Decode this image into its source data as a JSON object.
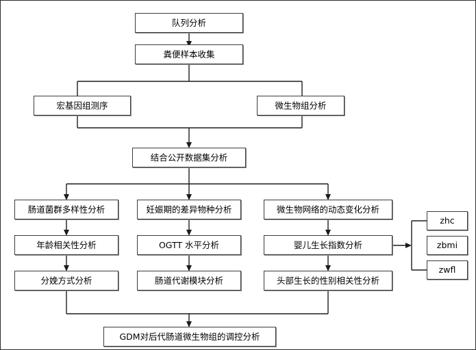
{
  "diagram": {
    "title": "GDM cohort gut microbiome analysis flowchart",
    "type": "flowchart",
    "background_color": "#ffffff",
    "border_color": "#2b2b2b",
    "node_border_color": "#3a3a3a",
    "edge_color": "#1c1c1c"
  },
  "nodes": {
    "cohort_analysis": "队列分析",
    "stool_collection": "粪便样本收集",
    "metagenome_sequencing": "宏基因组测序",
    "microbiome_analysis": "微生物组分析",
    "public_dataset_analysis": "结合公开数据集分析",
    "gut_flora_diversity": "肠道菌群多样性分析",
    "pregnancy_differential_species": "妊娠期的差异物种分析",
    "microbial_network_dynamics": "微生物网络的动态变化分析",
    "age_correlation": "年龄相关性分析",
    "ogtt_level": "OGTT 水平分析",
    "infant_growth_index": "婴儿生长指数分析",
    "delivery_mode": "分娩方式分析",
    "gut_metabolic_module": "肠道代谢模块分析",
    "head_growth_sex_correlation": "头部生长的性别相关性分析",
    "zhc": "zhc",
    "zbmi": "zbmi",
    "zwfl": "zwfl",
    "gdm_offspring_regulation": "GDM对后代肠道微生物组的调控分析"
  },
  "edges": [
    {
      "from": "cohort_analysis",
      "to": "stool_collection",
      "arrow": true
    },
    {
      "from": "stool_collection",
      "to": "metagenome_sequencing",
      "arrow": false
    },
    {
      "from": "stool_collection",
      "to": "microbiome_analysis",
      "arrow": false
    },
    {
      "from": "metagenome_sequencing",
      "to": "public_dataset_analysis",
      "arrow": true
    },
    {
      "from": "microbiome_analysis",
      "to": "public_dataset_analysis",
      "arrow": true
    },
    {
      "from": "public_dataset_analysis",
      "to": "gut_flora_diversity",
      "arrow": true
    },
    {
      "from": "public_dataset_analysis",
      "to": "pregnancy_differential_species",
      "arrow": true
    },
    {
      "from": "public_dataset_analysis",
      "to": "microbial_network_dynamics",
      "arrow": true
    },
    {
      "from": "gut_flora_diversity",
      "to": "age_correlation",
      "arrow": true
    },
    {
      "from": "pregnancy_differential_species",
      "to": "ogtt_level",
      "arrow": true
    },
    {
      "from": "microbial_network_dynamics",
      "to": "infant_growth_index",
      "arrow": true
    },
    {
      "from": "age_correlation",
      "to": "delivery_mode",
      "arrow": true
    },
    {
      "from": "ogtt_level",
      "to": "gut_metabolic_module",
      "arrow": true
    },
    {
      "from": "infant_growth_index",
      "to": "head_growth_sex_correlation",
      "arrow": true
    },
    {
      "from": "infant_growth_index",
      "to": "zhc",
      "arrow": false
    },
    {
      "from": "infant_growth_index",
      "to": "zbmi",
      "arrow": true
    },
    {
      "from": "infant_growth_index",
      "to": "zwfl",
      "arrow": false
    },
    {
      "from": "delivery_mode",
      "to": "gdm_offspring_regulation",
      "arrow": true
    },
    {
      "from": "head_growth_sex_correlation",
      "to": "gdm_offspring_regulation",
      "arrow": true
    }
  ]
}
